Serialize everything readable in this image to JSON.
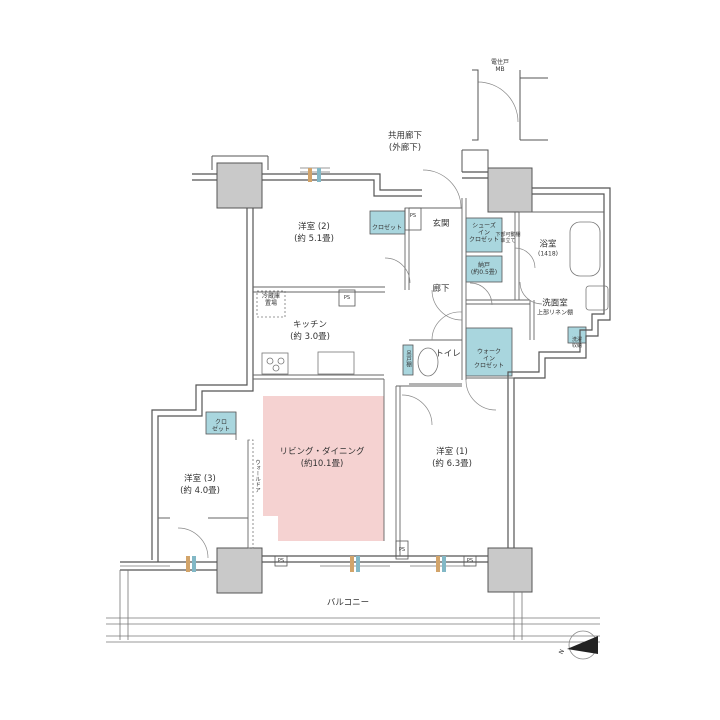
{
  "colors": {
    "wall": "#555555",
    "pillar": "#c9c9c9",
    "storage": "#a9d6de",
    "living": "#f5d2d1",
    "text": "#333333"
  },
  "corridor": {
    "line1": "共用廊下",
    "line2": "(外廊下)"
  },
  "meter_box": {
    "line1": "住戸",
    "line2": "MB",
    "prefix": "電"
  },
  "rooms": {
    "western2": {
      "name": "洋室 (2)",
      "size": "(約 5.1畳)"
    },
    "western1": {
      "name": "洋室 (1)",
      "size": "(約 6.3畳)"
    },
    "western3": {
      "name": "洋室 (3)",
      "size": "(約 4.0畳)"
    },
    "kitchen": {
      "name": "キッチン",
      "size": "(約 3.0畳)"
    },
    "living": {
      "name": "リビング・ダイニング",
      "size": "(約10.1畳)"
    },
    "entrance": {
      "name": "玄関"
    },
    "hallway": {
      "name": "廊下"
    },
    "bath": {
      "name": "浴室",
      "size": "(1418)"
    },
    "washroom": {
      "name": "洗面室",
      "note": "上部リネン棚"
    },
    "toilet": {
      "name": "トイレ"
    },
    "balcony": {
      "name": "バルコニー"
    }
  },
  "storage": {
    "closet2": "クロゼット",
    "closet3_l1": "クロ",
    "closet3_l2": "ゼット",
    "shoes_l1": "シューズ",
    "shoes_l2": "イン",
    "shoes_l3": "クロゼット",
    "nando": "納戸",
    "nando_size": "(約0.5畳)",
    "walkin_l1": "ウォーク",
    "walkin_l2": "イン",
    "walkin_l3": "クロゼット",
    "movable_shelf": "下部可動棚",
    "movable_shelf2": "傘立て",
    "toilet_shelf": "吊戸棚",
    "laundry_l1": "洗濯",
    "laundry_l2": "収納",
    "fridge_l1": "冷蔵庫",
    "fridge_l2": "置場",
    "wall_door": "ウォールドア"
  },
  "ps_label": "PS",
  "compass_letter": "N"
}
